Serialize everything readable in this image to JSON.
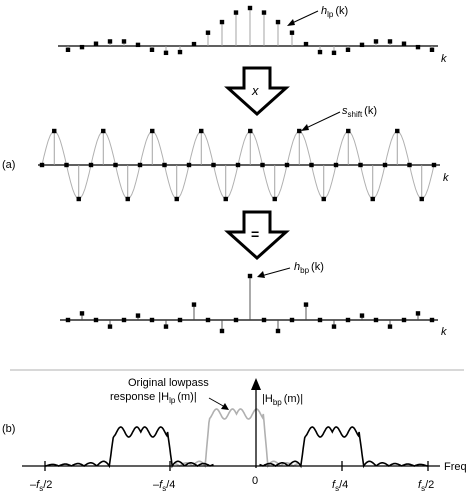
{
  "labels": {
    "panel_a": "(a)",
    "panel_b": "(b)",
    "hlp_main": "h",
    "hlp_sub": "lp",
    "hlp_arg": "(k)",
    "sshift_main": "s",
    "sshift_sub": "shift",
    "sshift_arg": "(k)",
    "hbp_main": "h",
    "hbp_sub": "bp",
    "hbp_arg": "(k)",
    "axis_k": "k",
    "multiply": "x",
    "equals": "=",
    "lowpass_line1": "Original lowpass",
    "lowpass_line2_a": "response |H",
    "lowpass_line2_sub": "lp",
    "lowpass_line2_b": "(m)|",
    "hbp_mag_a": "|H",
    "hbp_mag_sub": "bp",
    "hbp_mag_b": "(m)|",
    "freq_axis": "Freq",
    "tick_neg_fs2": "–f",
    "tick_neg_fs4": "–f",
    "tick_zero": "0",
    "tick_fs4": "f",
    "tick_fs2": "f",
    "tick_sub_s": "s",
    "tick_half": "/2",
    "tick_quarter": "/4"
  },
  "colors": {
    "foreground": "#000000",
    "gray_curve": "#b0b0b0",
    "gray_stem": "#9a9a9a"
  },
  "sequences": {
    "hlp": [
      -0.1,
      -0.03,
      0.06,
      0.12,
      0.12,
      0.03,
      -0.1,
      -0.18,
      -0.16,
      0.05,
      0.35,
      0.63,
      0.88,
      1.0,
      0.88,
      0.63,
      0.35,
      0.05,
      -0.16,
      -0.18,
      -0.1,
      0.03,
      0.12,
      0.12,
      0.06,
      -0.03,
      -0.1
    ],
    "sshift": [
      0,
      1,
      0,
      -1,
      0,
      1,
      0,
      -1,
      0,
      1,
      0,
      -1,
      0,
      1,
      0,
      -1,
      0,
      1,
      0,
      -1,
      0,
      1,
      0,
      -1,
      0,
      1,
      0,
      -1,
      0,
      1,
      0,
      -1,
      0
    ],
    "hbp": [
      0,
      0.15,
      0,
      -0.15,
      0,
      0.1,
      0,
      -0.15,
      0,
      0.35,
      0,
      -0.25,
      0,
      1.0,
      0,
      -0.25,
      0,
      0.35,
      0,
      -0.15,
      0,
      0.1,
      0,
      -0.15,
      0,
      0.15,
      0
    ]
  },
  "spectrum": {
    "x_range": [
      -0.5,
      0.5
    ],
    "bandpass_center": 0.25,
    "lowpass_cutoff": 0.07
  }
}
